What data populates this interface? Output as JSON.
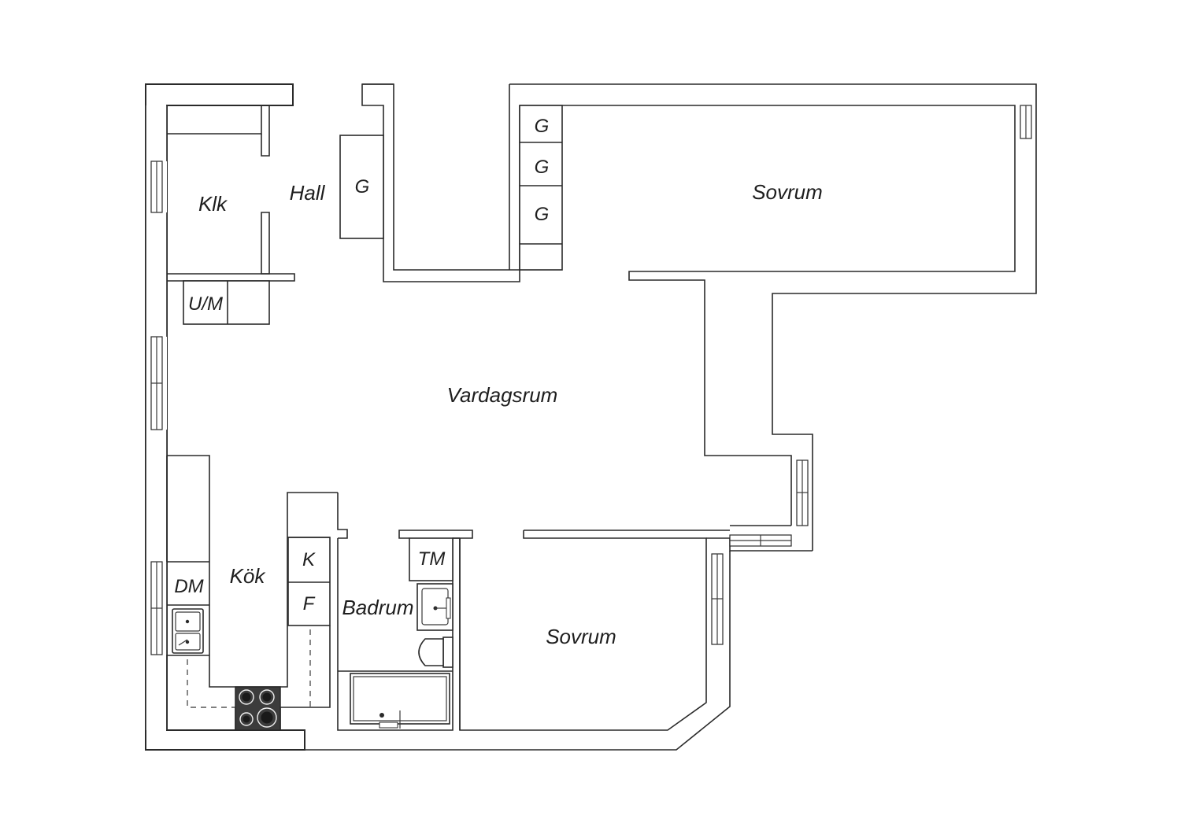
{
  "rooms": {
    "klk": "Klk",
    "hall": "Hall",
    "hall_closet": "G",
    "closets": [
      "G",
      "G",
      "G"
    ],
    "sovrum_top": "Sovrum",
    "um": "U/M",
    "vardagsrum": "Vardagsrum",
    "kok": "Kök",
    "dm": "DM",
    "kyl": "K",
    "frys": "F",
    "badrum": "Badrum",
    "tm": "TM",
    "sovrum_bottom": "Sovrum"
  },
  "colors": {
    "wall_stroke": "#2a2a2a",
    "stove": "#3c3c3c",
    "background": "#ffffff"
  }
}
